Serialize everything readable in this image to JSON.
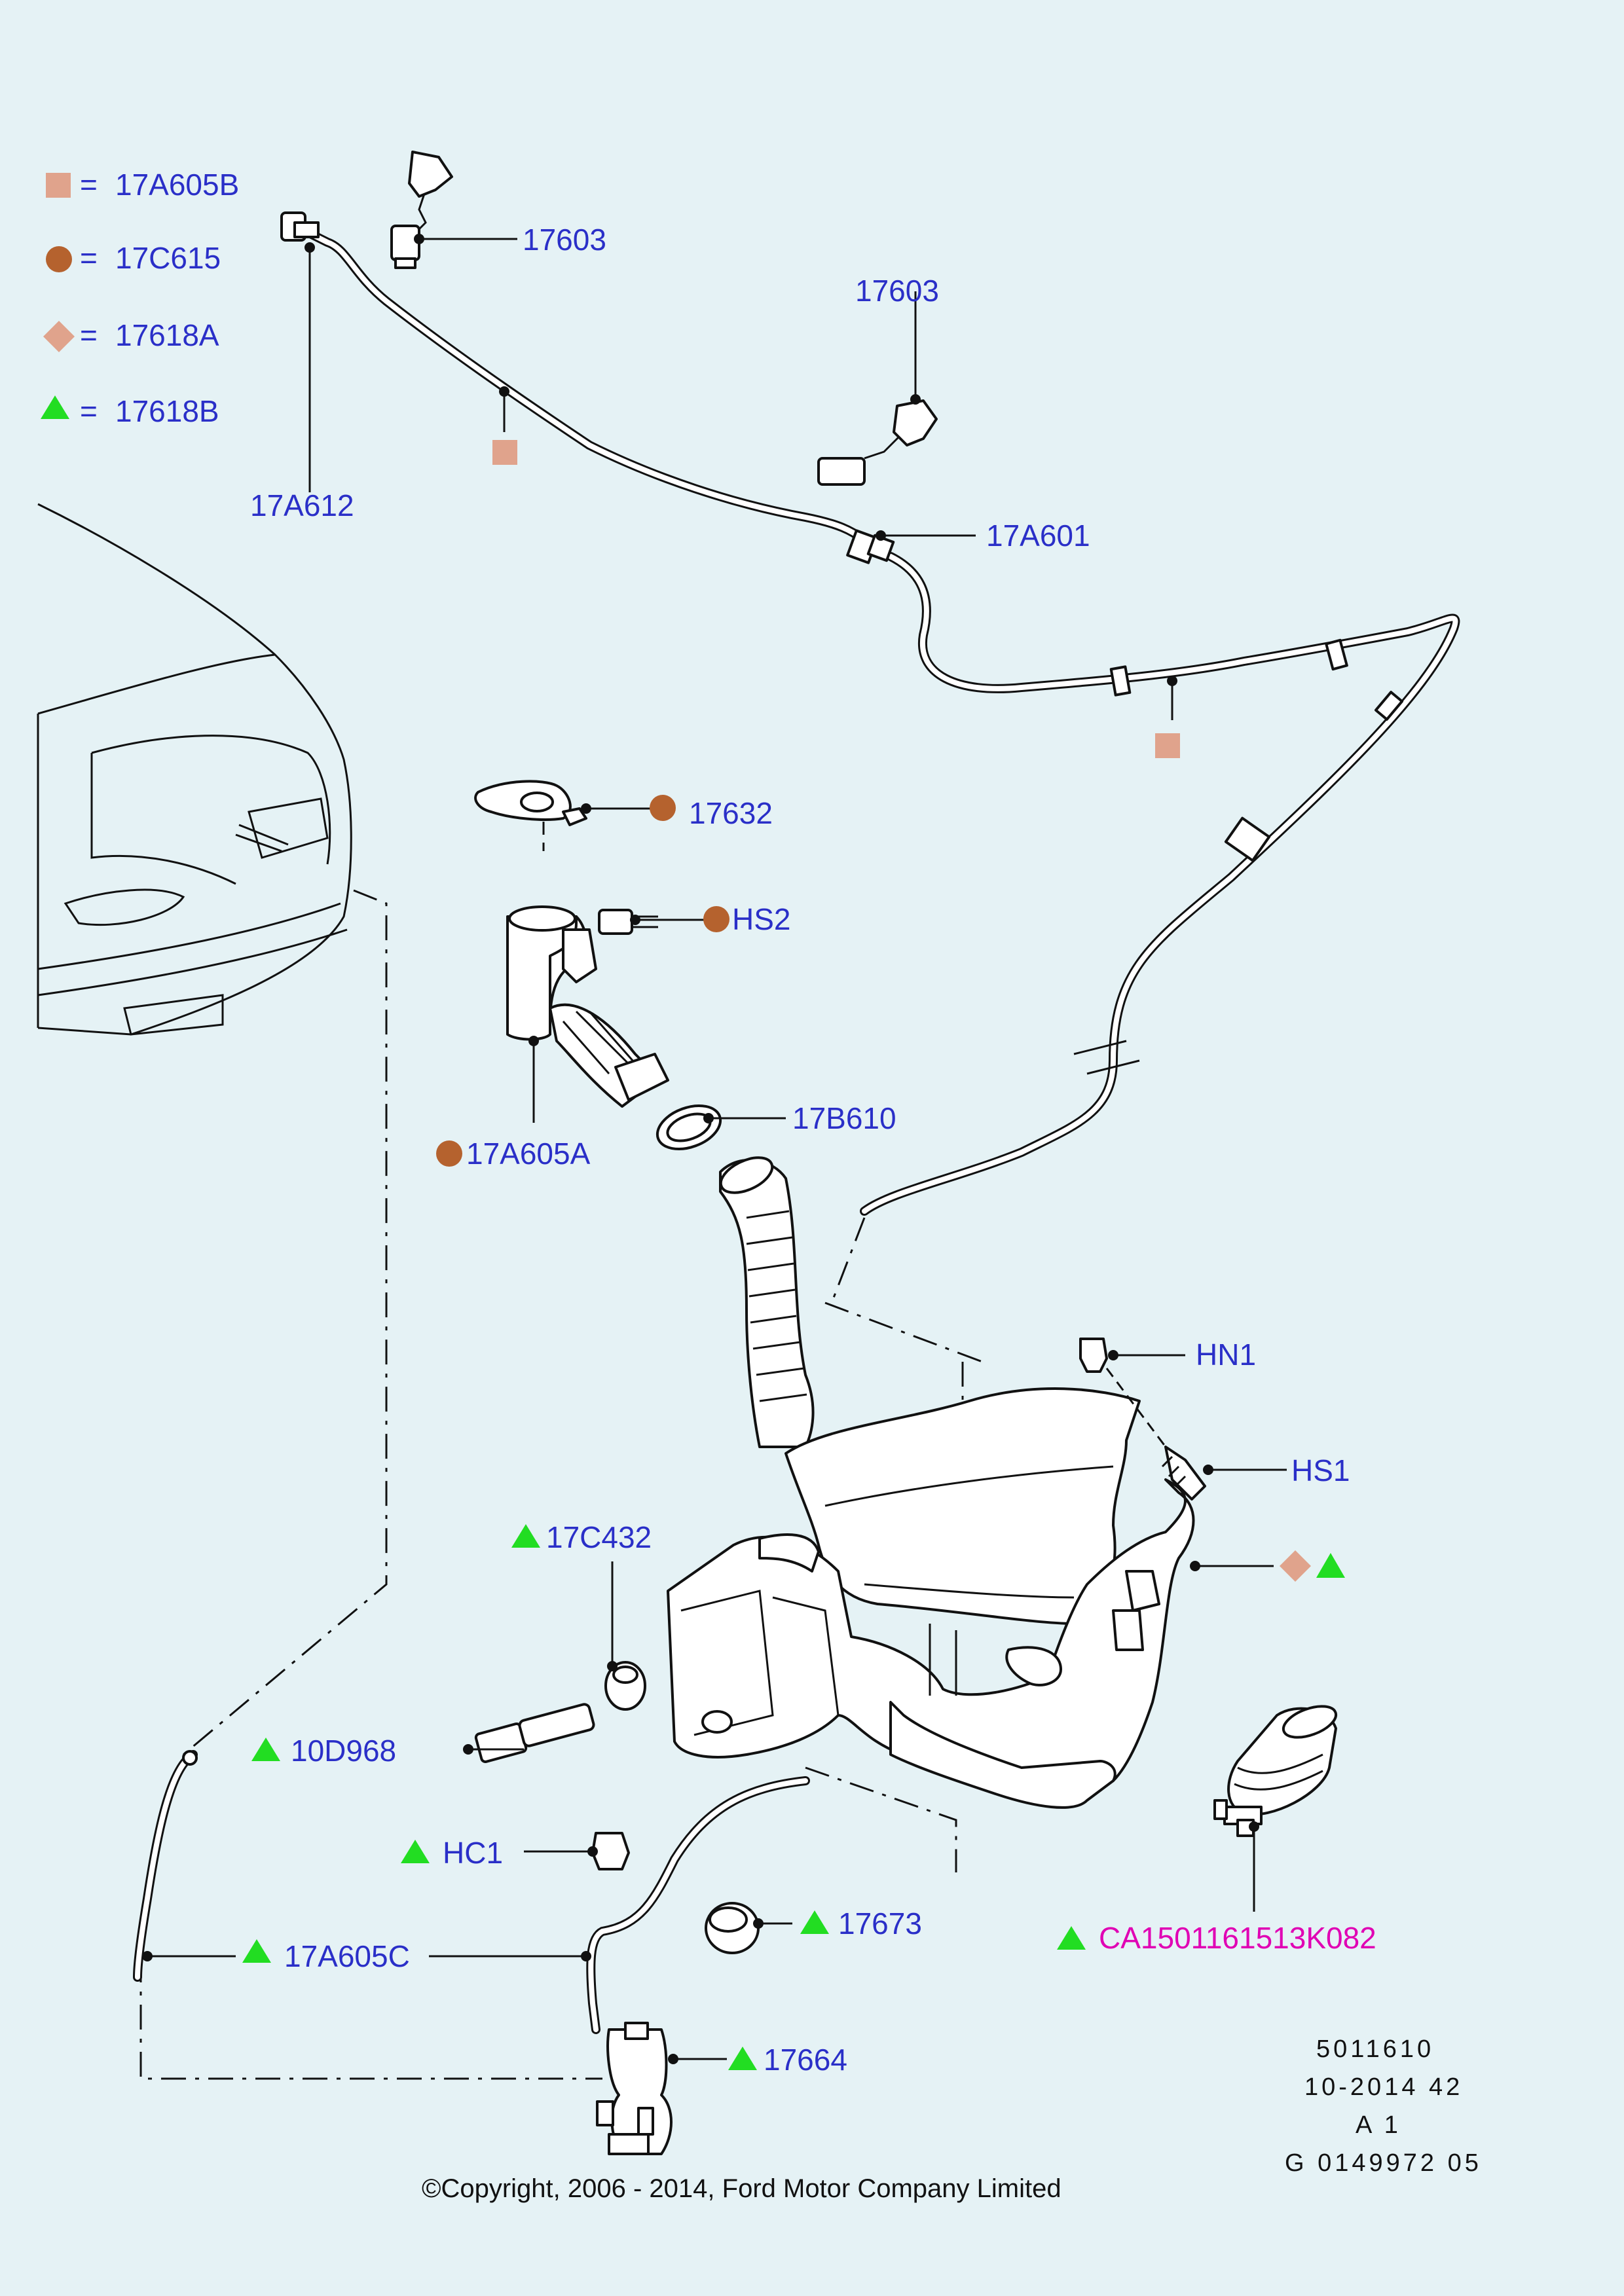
{
  "colors": {
    "background": "#e5f2f5",
    "label_blue": "#2a2fc8",
    "label_magenta": "#e000b4",
    "square_17A605B": "#e0a38c",
    "circle_17C615": "#b5622e",
    "diamond_17618A": "#e0a38c",
    "triangle_17618B": "#22dd22"
  },
  "legend": [
    {
      "symbol": "square",
      "eq": "=",
      "code": "17A605B"
    },
    {
      "symbol": "circle",
      "eq": "=",
      "code": "17C615"
    },
    {
      "symbol": "diamond",
      "eq": "=",
      "code": "17618A"
    },
    {
      "symbol": "triangle",
      "eq": "=",
      "code": "17618B"
    }
  ],
  "callouts": {
    "p17603_top": "17603",
    "p17603_right": "17603",
    "p17A612": "17A612",
    "p17A601": "17A601",
    "p17632": "17632",
    "pHS2": "HS2",
    "p17B610": "17B610",
    "p17A605A": "17A605A",
    "pHN1": "HN1",
    "pHS1": "HS1",
    "p17C432": "17C432",
    "p10D968": "10D968",
    "pHC1": "HC1",
    "p17673": "17673",
    "p17A605C": "17A605C",
    "p17664": "17664",
    "pCA": "CA1501161513K082"
  },
  "ref_block": {
    "line1": "5011610",
    "line2": "10-2014 42",
    "line3": "A 1",
    "line4": "G 0149972 05"
  },
  "copyright": "©Copyright, 2006 - 2014, Ford Motor Company Limited"
}
